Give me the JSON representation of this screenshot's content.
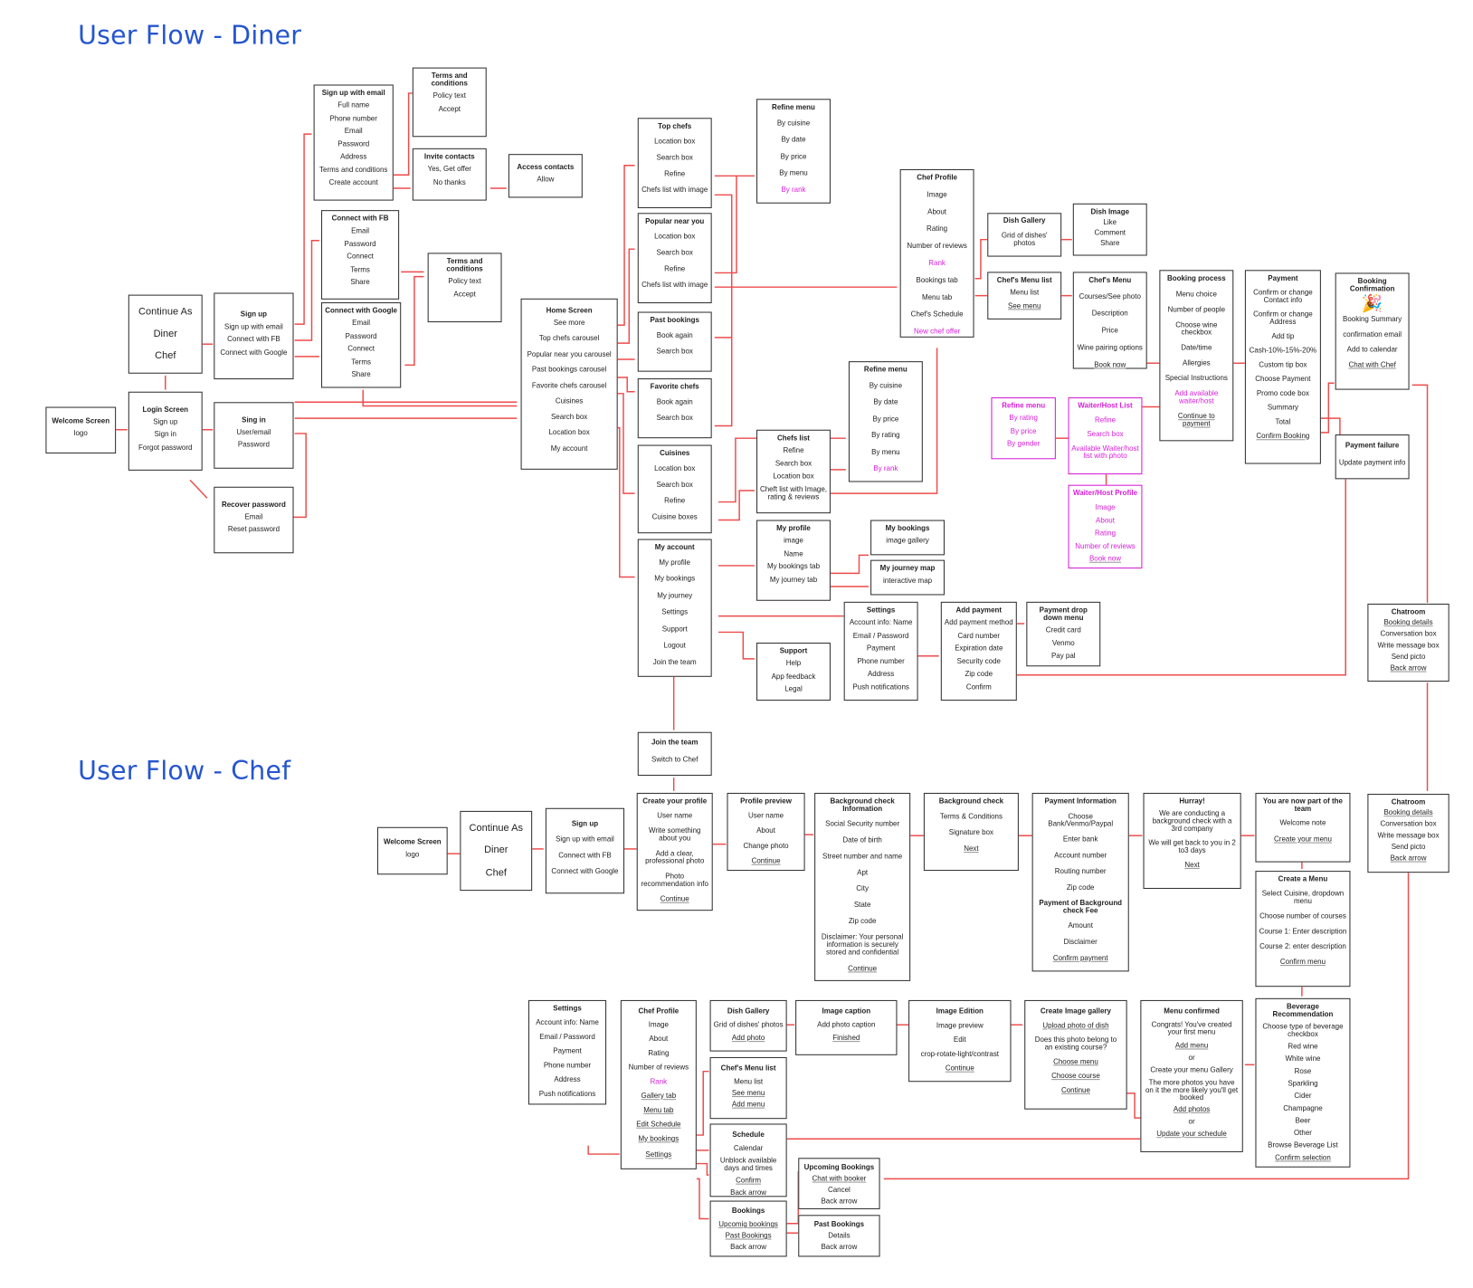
{
  "titles": {
    "diner": "User Flow - Diner",
    "chef": "User Flow - Chef"
  },
  "colors": {
    "title": "#2555cf",
    "connector": "#ee4b4b",
    "highlight": "#d61fd6",
    "box_border": "#333333"
  },
  "diner": {
    "welcome": {
      "title": "Welcome Screen",
      "items": [
        "logo"
      ]
    },
    "continue_as": {
      "items": [
        "Continue As",
        "Diner",
        "Chef"
      ]
    },
    "login": {
      "title": "Login Screen",
      "items": [
        "Sign up",
        "Sign in",
        "Forgot password"
      ]
    },
    "signup": {
      "title": "Sign up",
      "items": [
        "Sign up with email",
        "Connect with FB",
        "Connect with Google"
      ]
    },
    "signin": {
      "title": "Sing in",
      "items": [
        "User/email",
        "Password"
      ]
    },
    "recover": {
      "title": "Recover password",
      "items": [
        "Email",
        "Reset password"
      ]
    },
    "signup_email": {
      "title": "Sign up with email",
      "items": [
        "Full name",
        "Phone number",
        "Email",
        "Password",
        "Address",
        "Terms and conditions",
        "Create account"
      ]
    },
    "terms1": {
      "title": "Terms and conditions",
      "items": [
        "Policy text",
        "Accept"
      ]
    },
    "invite": {
      "title": "Invite contacts",
      "items": [
        "Yes, Get offer",
        "No thanks"
      ]
    },
    "access": {
      "title": "Access contacts",
      "items": [
        "Allow"
      ]
    },
    "fb": {
      "title": "Connect with FB",
      "items": [
        "Email",
        "Password",
        "Connect",
        "Terms",
        "Share"
      ]
    },
    "google": {
      "title": "Connect with Google",
      "items": [
        "Email",
        "Password",
        "Connect",
        "Terms",
        "Share"
      ]
    },
    "terms2": {
      "title": "Terms and conditions",
      "items": [
        "Policy text",
        "Accept"
      ]
    },
    "home": {
      "title": "Home Screen",
      "items": [
        "See more",
        "Top chefs carousel",
        "Popular near you carousel",
        "Past bookings carousel",
        "Favorite chefs carousel",
        "Cuisines",
        "Search box",
        "Location box",
        "My account"
      ]
    },
    "top_chefs": {
      "title": "Top chefs",
      "items": [
        "Location box",
        "Search box",
        "Refine",
        "Chefs list with image"
      ]
    },
    "popular": {
      "title": "Popular near you",
      "items": [
        "Location box",
        "Search box",
        "Refine",
        "Chefs list with image"
      ]
    },
    "past_bookings": {
      "title": "Past bookings",
      "items": [
        "Book again",
        "Search box"
      ]
    },
    "favorite": {
      "title": "Favorite chefs",
      "items": [
        "Book again",
        "Search box"
      ]
    },
    "cuisines": {
      "title": "Cuisines",
      "items": [
        "Location box",
        "Search box",
        "Refine",
        "Cuisine boxes"
      ]
    },
    "my_account": {
      "title": "My account",
      "items": [
        "My profile",
        "My bookings",
        "My journey",
        "Settings",
        "Support",
        "Logout",
        "Join the team"
      ]
    },
    "refine1": {
      "title": "Refine menu",
      "items": [
        "By cuisine",
        "By date",
        "By price",
        "By menu"
      ],
      "highlight": "By rank"
    },
    "refine2": {
      "title": "Refine menu",
      "items": [
        "By cuisine",
        "By date",
        "By price",
        "By rating",
        "By menu"
      ],
      "highlight": "By rank"
    },
    "chefs_list": {
      "title": "Chefs list",
      "items": [
        "Refine",
        "Search box",
        "Location box",
        "Cheft list with Image, rating & reviews"
      ]
    },
    "my_profile": {
      "title": "My profile",
      "items": [
        "image",
        "Name",
        "My bookings tab",
        "My journey tab"
      ]
    },
    "my_bookings": {
      "title": "My bookings",
      "items": [
        "image gallery"
      ]
    },
    "my_journey": {
      "title": "My journey map",
      "items": [
        "interactive map"
      ]
    },
    "settings": {
      "title": "Settings",
      "items": [
        "Account info: Name",
        "Email / Password",
        "Payment",
        "Phone number",
        "Address",
        "Push notifications"
      ]
    },
    "support": {
      "title": "Support",
      "items": [
        "Help",
        "App feedback",
        "Legal"
      ]
    },
    "add_payment": {
      "title": "Add payment",
      "items": [
        "Add payment method",
        "Card number",
        "Expiration date",
        "Security code",
        "Zip code",
        "Confirm"
      ]
    },
    "pay_dropdown": {
      "title": "Payment drop down menu",
      "items": [
        "Credit card",
        "Venmo",
        "Pay pal"
      ]
    },
    "chef_profile": {
      "title": "Chef Profile",
      "items": [
        "Image",
        "About",
        "Rating",
        "Number of reviews"
      ],
      "rank": "Rank",
      "items2": [
        "Bookings tab",
        "Menu tab",
        "Chef's Schedule"
      ],
      "offer": "New chef offer"
    },
    "dish_gallery": {
      "title": "Dish Gallery",
      "items": [
        "Grid of dishes' photos"
      ]
    },
    "dish_image": {
      "title": "Dish Image",
      "items": [
        "Like",
        "Comment",
        "Share"
      ]
    },
    "menu_list": {
      "title": "Chef's Menu list",
      "items": [
        "Menu list"
      ],
      "link": "See menu"
    },
    "chef_menu": {
      "title": "Chef's Menu",
      "items": [
        "Courses/See photo",
        "Description",
        "Price",
        "Wine pairing options"
      ],
      "link": "Book now"
    },
    "booking": {
      "title": "Booking process",
      "items": [
        "Menu choice",
        "Number of people",
        "Choose wine checkbox",
        "Date/time",
        "Allergies",
        "Special Instructions"
      ],
      "highlight": "Add available waiter/host",
      "link": "Continue to payment"
    },
    "payment": {
      "title": "Payment",
      "items": [
        "Confirm or change Contact info",
        "Confirm or change Address",
        "Add tip",
        "Cash-10%-15%-20%",
        "Custom tip box",
        "Choose Payment",
        "Promo code box",
        "Summary",
        "Total"
      ],
      "link": "Confirm Booking"
    },
    "confirmation": {
      "title": "Booking Confirmation",
      "icon": "party-popper-icon",
      "items": [
        "Booking Summary",
        "confirmation email",
        "Add to calendar"
      ],
      "link": "Chat with Chef"
    },
    "payment_failure": {
      "title": "Payment failure",
      "items": [
        "Update payment info"
      ]
    },
    "refine_waiter": {
      "title": "Refine menu",
      "items": [
        "By rating",
        "By price",
        "By gender"
      ]
    },
    "waiter_list": {
      "title": "Waiter/Host List",
      "items": [
        "Refine",
        "Search box",
        "Available Waiter/host list with photo"
      ]
    },
    "waiter_profile": {
      "title": "Waiter/Host Profile",
      "items": [
        "Image",
        "About",
        "Rating",
        "Number of reviews"
      ],
      "link": "Book now"
    },
    "chatroom": {
      "title": "Chatroom",
      "link": "Booking details",
      "items": [
        "Conversation box",
        "Write message box",
        "Send picto"
      ],
      "back": "Back arrow"
    },
    "join_team": {
      "title": "Join the team",
      "items": [
        "Switch to Chef"
      ]
    }
  },
  "chef": {
    "welcome": {
      "title": "Welcome Screen",
      "items": [
        "logo"
      ]
    },
    "continue_as": {
      "items": [
        "Continue As",
        "Diner",
        "Chef"
      ]
    },
    "signup": {
      "title": "Sign up",
      "items": [
        "Sign up with email",
        "Connect with FB",
        "Connect with Google"
      ]
    },
    "create_profile": {
      "title": "Create your profile",
      "items": [
        "User name",
        "Write something about you",
        "Add a clear, professional photo",
        "Photo recommendation info"
      ],
      "link": "Continue"
    },
    "profile_preview": {
      "title": "Profile preview",
      "items": [
        "User name",
        "About",
        "Change photo"
      ],
      "link": "Continue"
    },
    "bg_info": {
      "title": "Background check Information",
      "items": [
        "Social Security number",
        "Date of birth",
        "Street number and name",
        "Apt",
        "City",
        "State",
        "Zip code",
        "Disclaimer: Your personal information is securely stored and confidential"
      ],
      "link": "Continue"
    },
    "bg_check": {
      "title": "Background check",
      "items": [
        "Terms & Conditions",
        "Signature box"
      ],
      "link": "Next"
    },
    "payment_info": {
      "title": "Payment Information",
      "items": [
        "Choose Bank/Venmo/Paypal",
        "Enter bank",
        "Account number",
        "Routing number",
        "Zip code"
      ],
      "subtitle": "Payment of Background check Fee",
      "items2": [
        "Amount",
        "Disclaimer"
      ],
      "link": "Confirm payment"
    },
    "hurray": {
      "title": "Hurray!",
      "items": [
        "We are conducting a background check with a 3rd company",
        "We will get back to you in 2 to3 days"
      ],
      "link": "Next"
    },
    "part_of_team": {
      "title": "You are now part of the team",
      "items": [
        "Welcome note"
      ],
      "link": "Create your menu"
    },
    "create_menu": {
      "title": "Create a Menu",
      "items": [
        "Select Cuisine, dropdown menu",
        "Choose number of courses",
        "Course 1: Enter description",
        "Course 2: enter description"
      ],
      "link": "Confirm menu"
    },
    "chatroom": {
      "title": "Chatroom",
      "link": "Booking details",
      "items": [
        "Conversation box",
        "Write message box",
        "Send picto"
      ],
      "back": "Back arrow"
    },
    "settings": {
      "title": "Settings",
      "items": [
        "Account info: Name",
        "Email / Password",
        "Payment",
        "Phone number",
        "Address",
        "Push notifications"
      ]
    },
    "chef_profile": {
      "title": "Chef Profile",
      "items": [
        "Image",
        "About",
        "Rating",
        "Number of reviews"
      ],
      "rank": "Rank",
      "links": [
        "Gallery tab",
        "Menu tab",
        "Edit Schedule",
        "My bookings",
        "Settings"
      ]
    },
    "dish_gallery": {
      "title": "Dish Gallery",
      "items": [
        "Grid of dishes' photos"
      ],
      "link": "Add photo"
    },
    "menu_list": {
      "title": "Chef's Menu list",
      "items": [
        "Menu list"
      ],
      "links": [
        "See menu",
        "Add menu"
      ]
    },
    "schedule": {
      "title": "Schedule",
      "items": [
        "Calendar",
        "Unblock available days and times"
      ],
      "link": "Confirm",
      "back": "Back arrow"
    },
    "bookings": {
      "title": "Bookings",
      "links": [
        "Upcomig bookings",
        "Past Bookings"
      ],
      "back": "Back arrow"
    },
    "upcoming": {
      "title": "Upcoming Bookings",
      "link": "Chat with booker",
      "items": [
        "Cancel",
        "Back arrow"
      ]
    },
    "past": {
      "title": "Past Bookings",
      "items": [
        "Details",
        "Back arrow"
      ]
    },
    "image_caption": {
      "title": "Image caption",
      "items": [
        "Add photo caption"
      ],
      "link": "Finished"
    },
    "image_edition": {
      "title": "Image Edition",
      "items": [
        "Image preview",
        "Edit",
        "crop-rotate-light/contrast"
      ],
      "link": "Continue"
    },
    "image_gallery": {
      "title": "Create Image gallery",
      "link1": "Upload photo of dish",
      "items": [
        "Does this photo belong to an existing course?"
      ],
      "links": [
        "Choose menu",
        "Choose course",
        "Continue"
      ]
    },
    "menu_confirmed": {
      "title": "Menu confirmed",
      "text1": "Congrats! You've created your first menu",
      "link1": "Add menu",
      "or": "or",
      "text2": "Create your menu Gallery",
      "text3": "The more photos you have on it the more likely you'll get booked",
      "link2": "Add photos",
      "or2": "or",
      "link3": "Update your schedule"
    },
    "beverage": {
      "title": "Beverage Recommendation",
      "items": [
        "Choose type of beverage checkbox",
        "Red wine",
        "White wine",
        "Rose",
        "Sparkling",
        "Cider",
        "Champagne",
        "Beer",
        "Other",
        "Browse Beverage List"
      ],
      "link": "Confirm selection"
    }
  }
}
